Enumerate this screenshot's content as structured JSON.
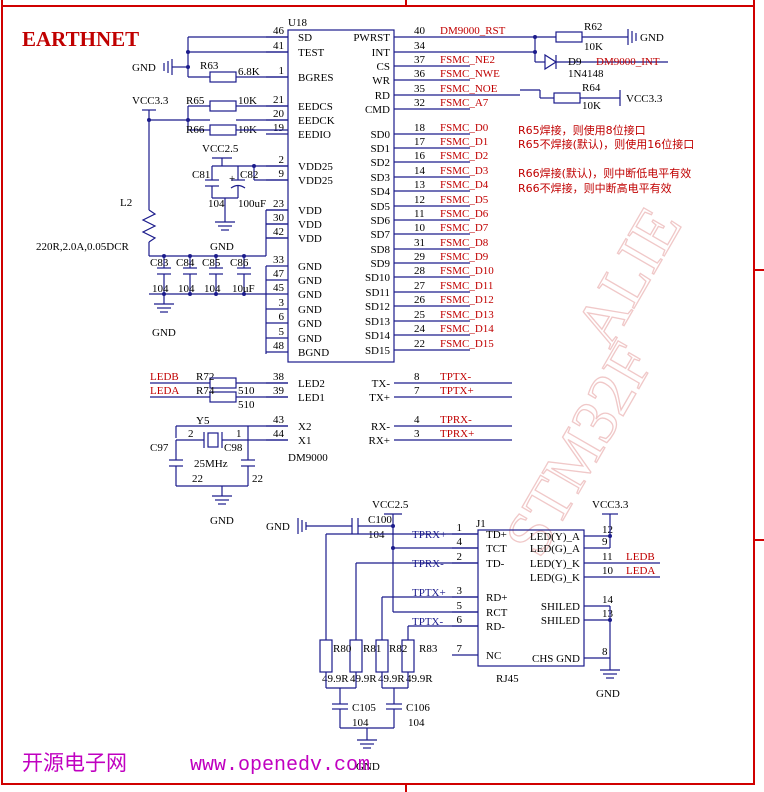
{
  "brand": "EARTHNET",
  "footer": {
    "site_name": "开源电子网",
    "url": "www.openedv.com"
  },
  "watermark": {
    "line1": "ALIE",
    "line2": "STM32F"
  },
  "u18": {
    "ref": "U18",
    "part": "DM9000",
    "left_pins": [
      {
        "num": "46",
        "name": "SD"
      },
      {
        "num": "41",
        "name": "TEST"
      },
      {
        "num": "1",
        "name": "BGRES"
      },
      {
        "num": "21",
        "name": "EEDCS"
      },
      {
        "num": "20",
        "name": "EEDCK"
      },
      {
        "num": "19",
        "name": "EEDIO"
      },
      {
        "num": "2",
        "name": "VDD25"
      },
      {
        "num": "9",
        "name": "VDD25"
      },
      {
        "num": "23",
        "name": "VDD"
      },
      {
        "num": "30",
        "name": "VDD"
      },
      {
        "num": "42",
        "name": "VDD"
      },
      {
        "num": "33",
        "name": "GND"
      },
      {
        "num": "47",
        "name": "GND"
      },
      {
        "num": "45",
        "name": "GND"
      },
      {
        "num": "3",
        "name": "GND"
      },
      {
        "num": "6",
        "name": "GND"
      },
      {
        "num": "5",
        "name": "GND"
      },
      {
        "num": "48",
        "name": "BGND"
      },
      {
        "num": "38",
        "name": "LED2"
      },
      {
        "num": "39",
        "name": "LED1"
      },
      {
        "num": "43",
        "name": "X2"
      },
      {
        "num": "44",
        "name": "X1"
      }
    ],
    "right_pins": [
      {
        "num": "40",
        "name": "PWRST",
        "net": "DM9000_RST"
      },
      {
        "num": "34",
        "name": "INT",
        "net": ""
      },
      {
        "num": "37",
        "name": "CS",
        "net": "FSMC_NE2"
      },
      {
        "num": "36",
        "name": "WR",
        "net": "FSMC_NWE"
      },
      {
        "num": "35",
        "name": "RD",
        "net": "FSMC_NOE"
      },
      {
        "num": "32",
        "name": "CMD",
        "net": "FSMC_A7"
      },
      {
        "num": "18",
        "name": "SD0",
        "net": "FSMC_D0"
      },
      {
        "num": "17",
        "name": "SD1",
        "net": "FSMC_D1"
      },
      {
        "num": "16",
        "name": "SD2",
        "net": "FSMC_D2"
      },
      {
        "num": "14",
        "name": "SD3",
        "net": "FSMC_D3"
      },
      {
        "num": "13",
        "name": "SD4",
        "net": "FSMC_D4"
      },
      {
        "num": "12",
        "name": "SD5",
        "net": "FSMC_D5"
      },
      {
        "num": "11",
        "name": "SD6",
        "net": "FSMC_D6"
      },
      {
        "num": "10",
        "name": "SD7",
        "net": "FSMC_D7"
      },
      {
        "num": "31",
        "name": "SD8",
        "net": "FSMC_D8"
      },
      {
        "num": "29",
        "name": "SD9",
        "net": "FSMC_D9"
      },
      {
        "num": "28",
        "name": "SD10",
        "net": "FSMC_D10"
      },
      {
        "num": "27",
        "name": "SD11",
        "net": "FSMC_D11"
      },
      {
        "num": "26",
        "name": "SD12",
        "net": "FSMC_D12"
      },
      {
        "num": "25",
        "name": "SD13",
        "net": "FSMC_D13"
      },
      {
        "num": "24",
        "name": "SD14",
        "net": "FSMC_D14"
      },
      {
        "num": "22",
        "name": "SD15",
        "net": "FSMC_D15"
      },
      {
        "num": "8",
        "name": "TX-",
        "net": "TPTX-"
      },
      {
        "num": "7",
        "name": "TX+",
        "net": "TPTX+"
      },
      {
        "num": "4",
        "name": "RX-",
        "net": "TPRX-"
      },
      {
        "num": "3",
        "name": "RX+",
        "net": "TPRX+"
      }
    ]
  },
  "notes": [
    "R65焊接，则使用8位接口",
    "R65不焊接(默认)，则使用16位接口",
    "R66焊接(默认)，则中断低电平有效",
    "R66不焊接，则中断高电平有效"
  ],
  "power": {
    "gnd": "GND",
    "vcc33": "VCC3.3",
    "vcc25": "VCC2.5"
  },
  "components": {
    "r62": {
      "ref": "R62",
      "val": "10K"
    },
    "d9": {
      "ref": "D9",
      "val": "1N4148"
    },
    "int_net": "DM9000_INT",
    "r64": {
      "ref": "R64",
      "val": "10K"
    },
    "r63": {
      "ref": "R63",
      "val": "6.8K"
    },
    "r65": {
      "ref": "R65",
      "val": "10K"
    },
    "r66": {
      "ref": "R66",
      "val": "10K"
    },
    "c81": {
      "ref": "C81",
      "val": "104"
    },
    "c82": {
      "ref": "C82",
      "val": "100uF"
    },
    "l2": {
      "ref": "L2",
      "val": "220R,2.0A,0.05DCR"
    },
    "c83": {
      "ref": "C83",
      "val": "104"
    },
    "c84": {
      "ref": "C84",
      "val": "104"
    },
    "c85": {
      "ref": "C85",
      "val": "104"
    },
    "c86": {
      "ref": "C86",
      "val": "10uF"
    },
    "r72": {
      "ref": "R72",
      "val": "510"
    },
    "r74": {
      "ref": "R74",
      "val": "510"
    },
    "ledb": "LEDB",
    "leda": "LEDA",
    "y5": {
      "ref": "Y5",
      "val": "25MHz",
      "pin1": "1",
      "pin2": "2"
    },
    "c97": {
      "ref": "C97",
      "val": "22"
    },
    "c98": {
      "ref": "C98",
      "val": "22"
    },
    "c100": {
      "ref": "C100",
      "val": "104"
    },
    "r80": {
      "ref": "R80",
      "val": "49.9R"
    },
    "r81": {
      "ref": "R81",
      "val": "49.9R"
    },
    "r82": {
      "ref": "R82",
      "val": "49.9R"
    },
    "r83": {
      "ref": "R83",
      "val": "49.9R"
    },
    "c105": {
      "ref": "C105",
      "val": "104"
    },
    "c106": {
      "ref": "C106",
      "val": "104"
    }
  },
  "j1": {
    "ref": "J1",
    "part": "RJ45",
    "left_pins": [
      {
        "num": "1",
        "name": "TD+",
        "net": "TPRX+"
      },
      {
        "num": "4",
        "name": "TCT",
        "net": ""
      },
      {
        "num": "2",
        "name": "TD-",
        "net": "TPRX-"
      },
      {
        "num": "3",
        "name": "RD+",
        "net": "TPTX+"
      },
      {
        "num": "5",
        "name": "RCT",
        "net": ""
      },
      {
        "num": "6",
        "name": "RD-",
        "net": "TPTX-"
      },
      {
        "num": "7",
        "name": "NC",
        "net": ""
      }
    ],
    "right_pins": [
      {
        "num": "12",
        "name": "LED(Y)_A",
        "net": ""
      },
      {
        "num": "9",
        "name": "LED(G)_A",
        "net": ""
      },
      {
        "num": "11",
        "name": "LED(Y)_K",
        "net": "LEDB"
      },
      {
        "num": "10",
        "name": "LED(G)_K",
        "net": "LEDA"
      },
      {
        "num": "14",
        "name": "SHILED",
        "net": ""
      },
      {
        "num": "13",
        "name": "SHILED",
        "net": ""
      },
      {
        "num": "8",
        "name": "CHS GND",
        "net": ""
      }
    ]
  }
}
